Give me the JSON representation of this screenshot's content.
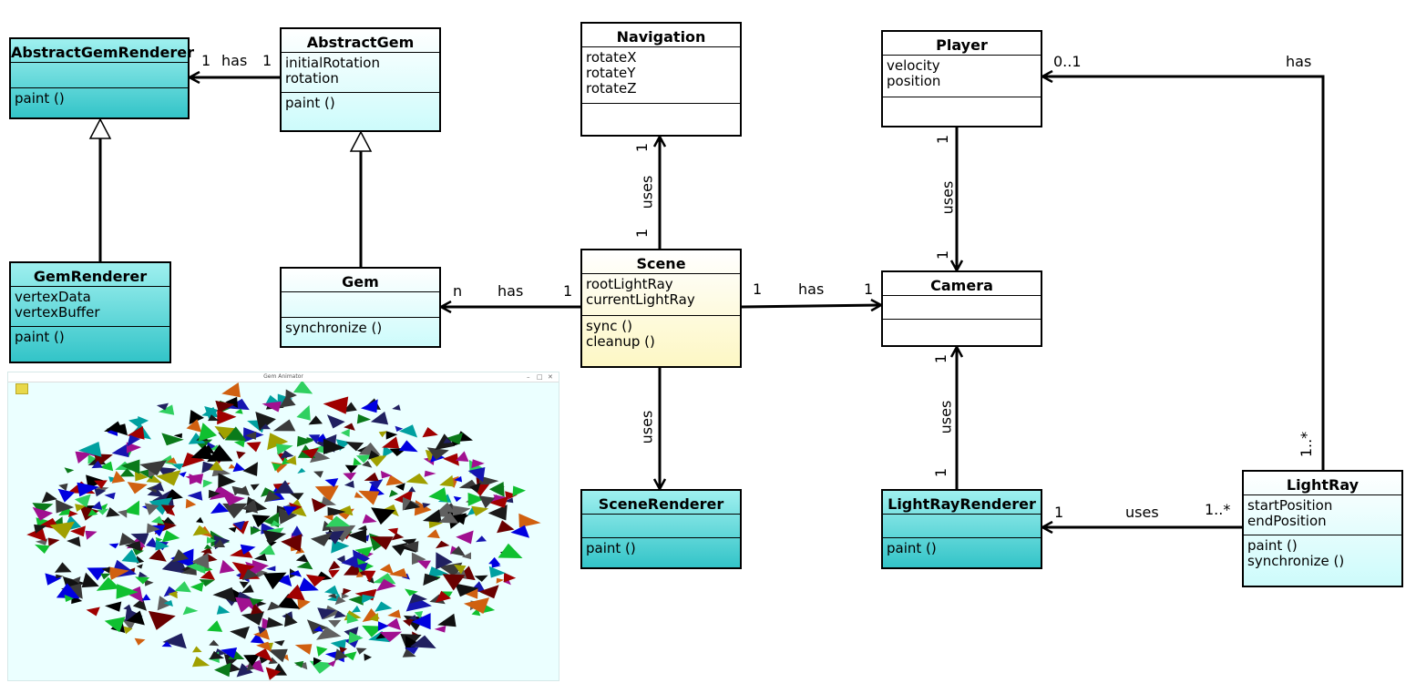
{
  "classes": {
    "AbstractGemRenderer": {
      "name": "AbstractGemRenderer",
      "attributes": [],
      "methods": [
        "paint ()"
      ]
    },
    "AbstractGem": {
      "name": "AbstractGem",
      "attributes": [
        "initialRotation",
        "rotation"
      ],
      "methods": [
        "paint ()"
      ]
    },
    "Navigation": {
      "name": "Navigation",
      "attributes": [
        "rotateX",
        "rotateY",
        "rotateZ"
      ],
      "methods": []
    },
    "Player": {
      "name": "Player",
      "attributes": [
        "velocity",
        "position"
      ],
      "methods": []
    },
    "GemRenderer": {
      "name": "GemRenderer",
      "attributes": [
        "vertexData",
        "vertexBuffer"
      ],
      "methods": [
        "paint ()"
      ]
    },
    "Gem": {
      "name": "Gem",
      "attributes": [],
      "methods": [
        "synchronize ()"
      ]
    },
    "Scene": {
      "name": "Scene",
      "attributes": [
        "rootLightRay",
        "currentLightRay"
      ],
      "methods": [
        "sync ()",
        "cleanup ()"
      ]
    },
    "Camera": {
      "name": "Camera",
      "attributes": [],
      "methods": []
    },
    "SceneRenderer": {
      "name": "SceneRenderer",
      "attributes": [],
      "methods": [
        "paint ()"
      ]
    },
    "LightRayRenderer": {
      "name": "LightRayRenderer",
      "attributes": [],
      "methods": [
        "paint ()"
      ]
    },
    "LightRay": {
      "name": "LightRay",
      "attributes": [
        "startPosition",
        "endPosition"
      ],
      "methods": [
        "paint ()",
        "synchronize ()"
      ]
    }
  },
  "relations": {
    "gem_renderer_assoc": {
      "label": "has",
      "source_mult": "1",
      "target_mult": "1"
    },
    "scene_gem": {
      "label": "has",
      "source_mult": "1",
      "target_mult": "n"
    },
    "scene_navigation": {
      "label": "uses",
      "source_mult": "1",
      "target_mult": "1"
    },
    "scene_camera": {
      "label": "has",
      "source_mult": "1",
      "target_mult": "1"
    },
    "scene_renderer": {
      "label": "uses"
    },
    "player_camera": {
      "label": "uses",
      "source_mult": "1",
      "target_mult": "1"
    },
    "lightrayrenderer_camera": {
      "label": "uses",
      "source_mult": "1",
      "target_mult": "1"
    },
    "lightray_renderer": {
      "label": "uses",
      "source_mult": "1..*",
      "target_mult": "1"
    },
    "lightray_player": {
      "label": "has",
      "source_mult": "1..*",
      "target_mult": "0..1"
    }
  },
  "screenshot": {
    "title": "Gem Animator"
  },
  "colors": {
    "renderer": "#33c4c8",
    "model": "#cdfbfb",
    "scene": "#fdf7c4",
    "background": "#ebffff"
  },
  "icons": {
    "generalization": "hollow-triangle-arrowhead",
    "association": "open-arrowhead"
  }
}
